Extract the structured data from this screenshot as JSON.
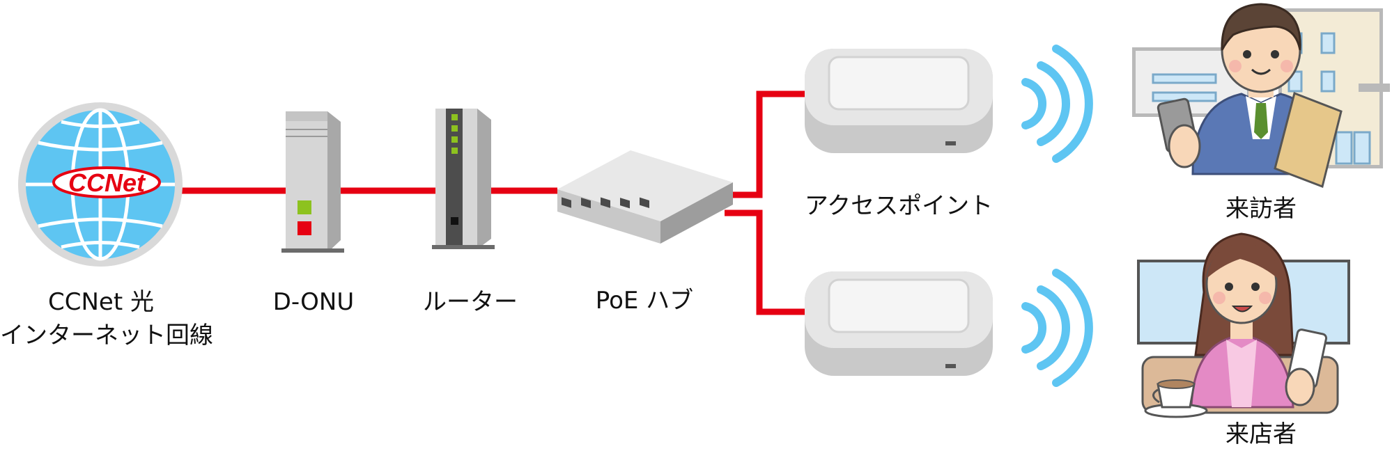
{
  "labels": {
    "internet_line1": "CCNet 光",
    "internet_line2": "インターネット回線",
    "onu": "D-ONU",
    "router": "ルーター",
    "poe_hub": "PoE ハブ",
    "access_point": "アクセスポイント",
    "visitor": "来訪者",
    "customer": "来店者"
  },
  "logo": {
    "text": "CCNet"
  },
  "colors": {
    "cable": "#e60012",
    "globe_fill": "#5ec5f2",
    "wifi": "#5ec5f2",
    "onu_green": "#8dc21f",
    "onu_red": "#e60012",
    "router_led": "#8dc21f"
  },
  "icons": [
    "globe-icon",
    "onu-device-icon",
    "router-device-icon",
    "poe-hub-icon",
    "access-point-icon",
    "wifi-signal-icon",
    "visitor-man-icon",
    "customer-woman-icon"
  ]
}
